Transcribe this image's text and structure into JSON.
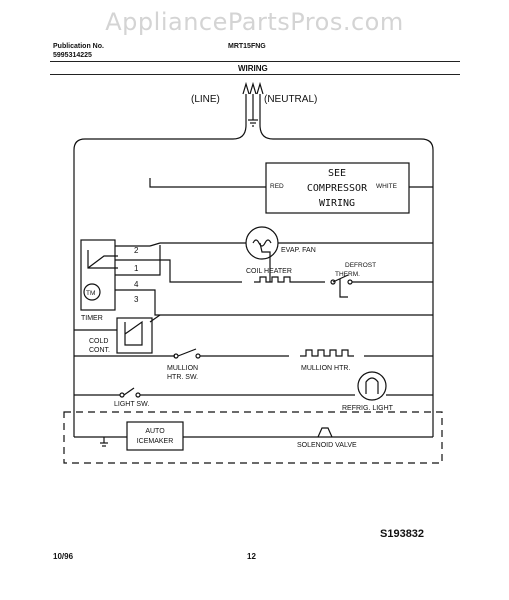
{
  "watermark": "AppliancePartsPros.com",
  "header": {
    "publication_label": "Publication No.",
    "publication_number": "5995314225",
    "model": "MRT15FNG",
    "section_title": "WIRING"
  },
  "diagram": {
    "line_label": "(LINE)",
    "neutral_label": "(NEUTRAL)",
    "compressor_box": {
      "line1": "SEE",
      "line2": "COMPRESSOR",
      "line3": "WIRING",
      "left_wire": "RED",
      "right_wire": "WHITE"
    },
    "evap_fan": "EVAP. FAN",
    "coil_heater": "COIL HEATER",
    "defrost_therm_line1": "DEFROST",
    "defrost_therm_line2": "THERM.",
    "timer_label": "TIMER",
    "timer_motor": "TM",
    "terminals": [
      "2",
      "1",
      "4",
      "3"
    ],
    "cold_control_line1": "COLD",
    "cold_control_line2": "CONT.",
    "mullion_sw_line1": "MULLION",
    "mullion_sw_line2": "HTR. SW.",
    "mullion_htr": "MULLION HTR.",
    "light_sw": "LIGHT SW.",
    "refrig_light": "REFRIG. LIGHT",
    "auto_icemaker_line1": "AUTO",
    "auto_icemaker_line2": "ICEMAKER",
    "solenoid_valve": "SOLENOID VALVE"
  },
  "footer": {
    "date": "10/96",
    "page": "12",
    "reference": "S193832"
  }
}
